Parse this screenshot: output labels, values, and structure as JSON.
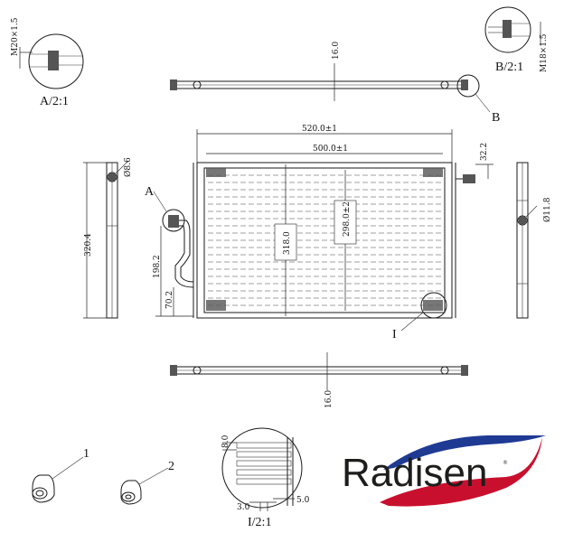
{
  "labels": {
    "detail_a": "A/2:1",
    "detail_b": "B/2:1",
    "detail_i": "I/2:1",
    "thread_a": "M20×1.5",
    "thread_b": "M18×1.5",
    "callout_a": "A",
    "callout_b": "B",
    "callout_i": "I",
    "part_1": "1",
    "part_2": "2"
  },
  "dimensions": {
    "pipe_dia_top": "16.0",
    "pipe_dia_bottom": "16.0",
    "overall_width": "520.0±1",
    "core_width": "500.0±1",
    "port_offset": "32.2",
    "left_height": "320.4",
    "left_port_dia": "Ø8.6",
    "right_port_dia": "Ø11.8",
    "port_height": "198.2",
    "port_low": "70.2",
    "core_height": "318.0",
    "fin_height": "298.0±2",
    "fin_pitch": "8.0",
    "tube_pitch": "3.0",
    "tube_width": "5.0"
  },
  "brand": {
    "name": "Radisen",
    "mark": "®",
    "color_text": "#1d1d1b",
    "color_swoosh_red": "#c8102e",
    "color_swoosh_blue": "#1f3a93"
  }
}
